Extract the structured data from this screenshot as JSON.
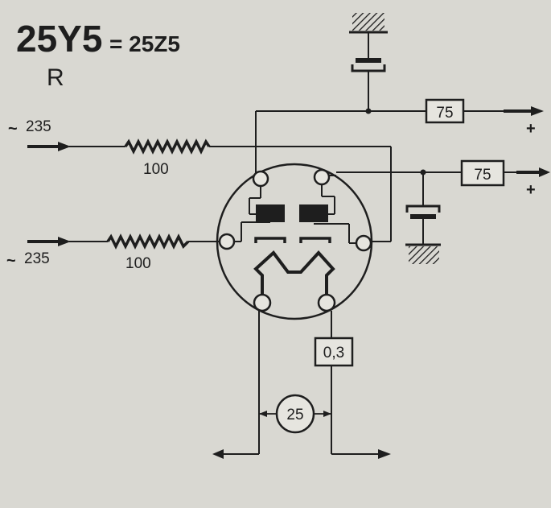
{
  "title": "25Y5",
  "equivalent": "= 25Z5",
  "variant": "R",
  "inputs": [
    {
      "symbol": "~",
      "voltage": "235"
    },
    {
      "symbol": "~",
      "voltage": "235"
    }
  ],
  "resistors": [
    "100",
    "100"
  ],
  "output_boxes": [
    "75",
    "75"
  ],
  "heater_box": "0,3",
  "heater_voltage": "25",
  "plus_signs": [
    "+",
    "+"
  ],
  "colors": {
    "ink": "#1e1e1e",
    "paper": "#d9d8d2"
  }
}
